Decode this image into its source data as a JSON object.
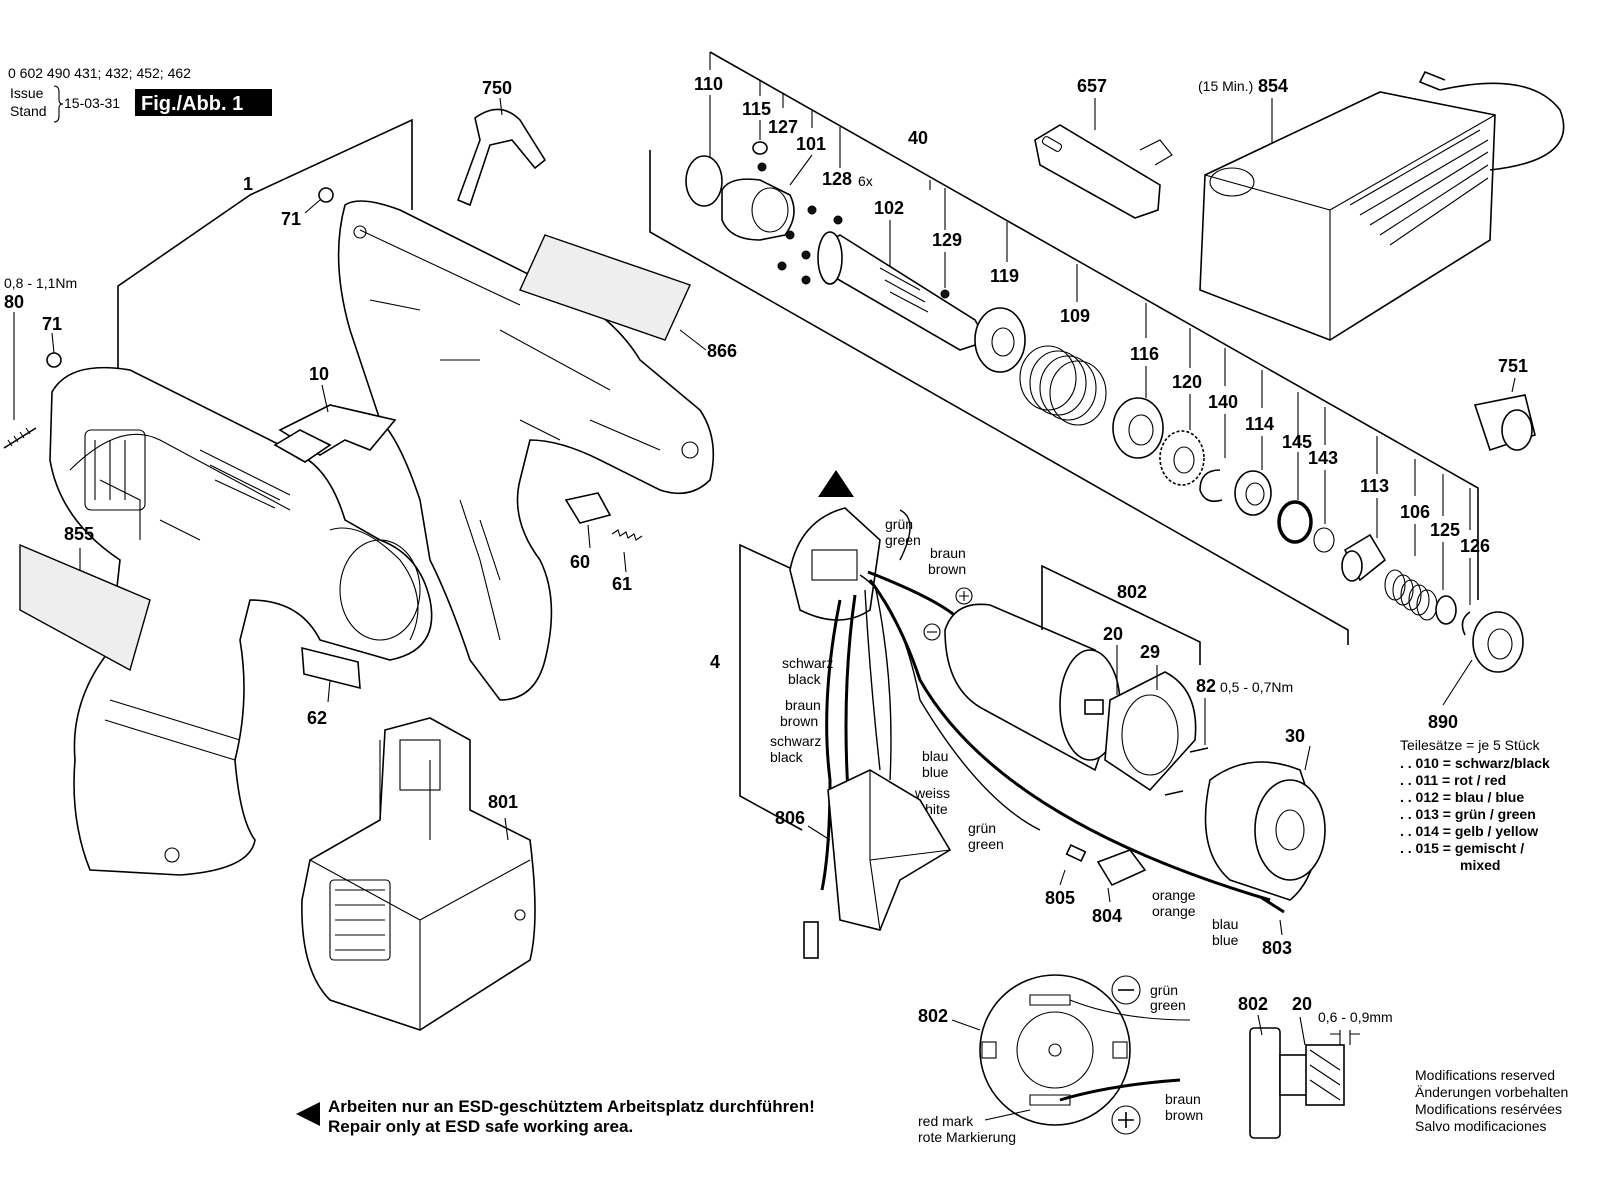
{
  "header": {
    "part_numbers": "0 602 490 431; 432; 452; 462",
    "issue_label": "Issue",
    "stand_label": "Stand",
    "date": "15-03-31",
    "figure_label": "Fig./Abb. 1"
  },
  "torque": {
    "t80": "0,8 - 1,1Nm",
    "t82": "0,5 - 0,7Nm",
    "gap": "0,6 - 0,9mm"
  },
  "parts": {
    "p1": "1",
    "p4": "4",
    "p10": "10",
    "p20": "20",
    "p20b": "20",
    "p29": "29",
    "p30": "30",
    "p40": "40",
    "p60": "60",
    "p61": "61",
    "p62": "62",
    "p71a": "71",
    "p71b": "71",
    "p80": "80",
    "p82": "82",
    "p101": "101",
    "p102": "102",
    "p106": "106",
    "p109": "109",
    "p110": "110",
    "p113": "113",
    "p114": "114",
    "p115": "115",
    "p116": "116",
    "p119": "119",
    "p120": "120",
    "p125": "125",
    "p126": "126",
    "p127": "127",
    "p128": "128",
    "p129": "129",
    "p140": "140",
    "p143": "143",
    "p145": "145",
    "p657": "657",
    "p750": "750",
    "p751": "751",
    "p801": "801",
    "p802a": "802",
    "p802b": "802",
    "p802c": "802",
    "p803": "803",
    "p804": "804",
    "p805": "805",
    "p806": "806",
    "p854": "854",
    "p855": "855",
    "p866": "866",
    "p890": "890"
  },
  "qty_6x": "6x",
  "charger_time": "(15 Min.)",
  "wires": {
    "gruen": "grün",
    "green": "green",
    "braun": "braun",
    "brown": "brown",
    "schwarz1": "schwarz",
    "black1": "black",
    "braun2": "braun",
    "brown2": "brown",
    "schwarz2": "schwarz",
    "black2": "black",
    "blau": "blau",
    "blue": "blue",
    "weiss": "weiss",
    "white": "white",
    "gruen2": "grün",
    "green2": "green",
    "orange1": "orange",
    "orange2": "orange",
    "blau2": "blau",
    "blue2": "blue",
    "gruen3": "grün",
    "green3": "green",
    "braun3": "braun",
    "brown3": "brown"
  },
  "red_mark": {
    "en": "red mark",
    "de": "rote Markierung"
  },
  "kits": {
    "title": "Teilesätze = je 5 Stück",
    "items": [
      ". . 010 = schwarz/black",
      ". . 011 = rot / red",
      ". . 012 = blau / blue",
      ". . 013 = grün / green",
      ". . 014 = gelb / yellow",
      ". . 015 = gemischt /",
      "mixed"
    ]
  },
  "esd": {
    "de": "Arbeiten nur an ESD-geschütztem Arbeitsplatz durchführen!",
    "en": "Repair only at ESD safe working area."
  },
  "modifications": [
    "Modifications reserved",
    "Änderungen vorbehalten",
    "Modifications resérvées",
    "Salvo modificaciones"
  ]
}
